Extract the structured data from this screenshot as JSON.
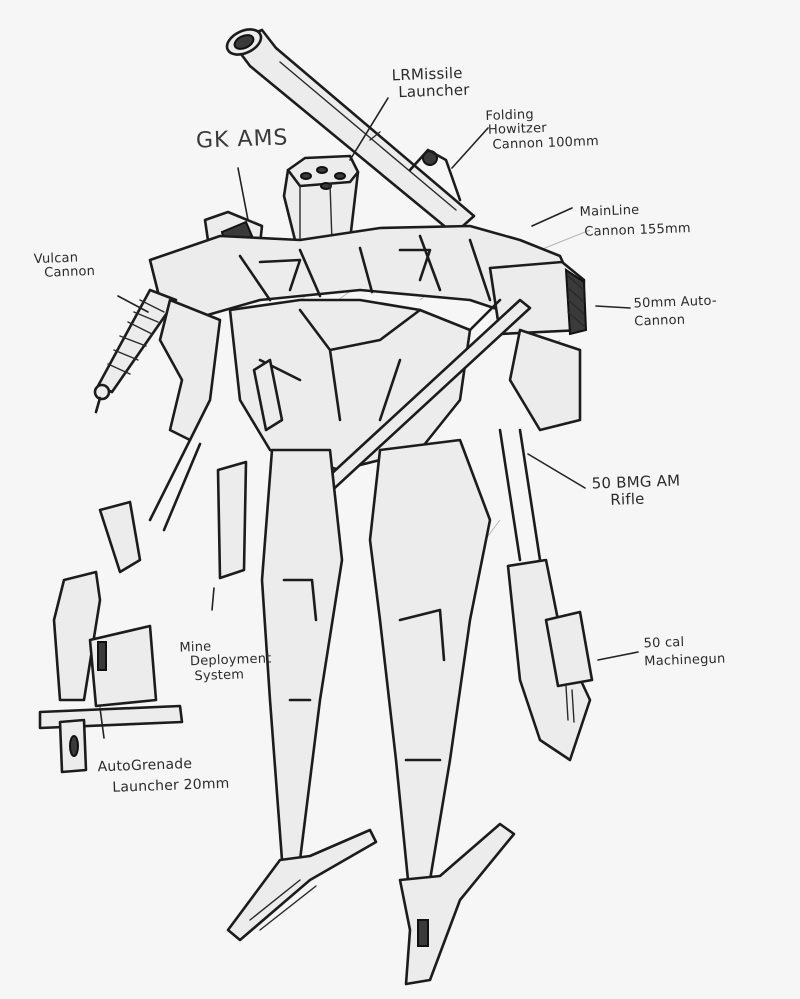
{
  "drawing": {
    "subject": "Pencil sketch of bipedal combat mech",
    "paper_color": "#f6f6f6",
    "ink_color": "#1c1c1c"
  },
  "labels": {
    "gk_ams": {
      "line1": "GK AMS"
    },
    "lr_missile": {
      "line1": "LRMissile",
      "line2": "Launcher"
    },
    "folding_howitzer": {
      "line1": "Folding",
      "line2": "Howitzer",
      "line3": "Cannon 100mm"
    },
    "main_line_cannon": {
      "line1": "MainLine",
      "line2": "Cannon 155mm"
    },
    "auto_cannon": {
      "line1": "50mm Auto-",
      "line2": "Cannon"
    },
    "vulcan_cannon": {
      "line1": "Vulcan",
      "line2": "Cannon"
    },
    "am_rifle": {
      "line1": "50 BMG AM",
      "line2": "Rifle"
    },
    "machinegun": {
      "line1": "50 cal",
      "line2": "Machinegun"
    },
    "mine_system": {
      "line1": "Mine",
      "line2": "Deployment",
      "line3": "System"
    },
    "grenade_launcher": {
      "line1": "AutoGrenade",
      "line2": "Launcher 20mm"
    }
  }
}
